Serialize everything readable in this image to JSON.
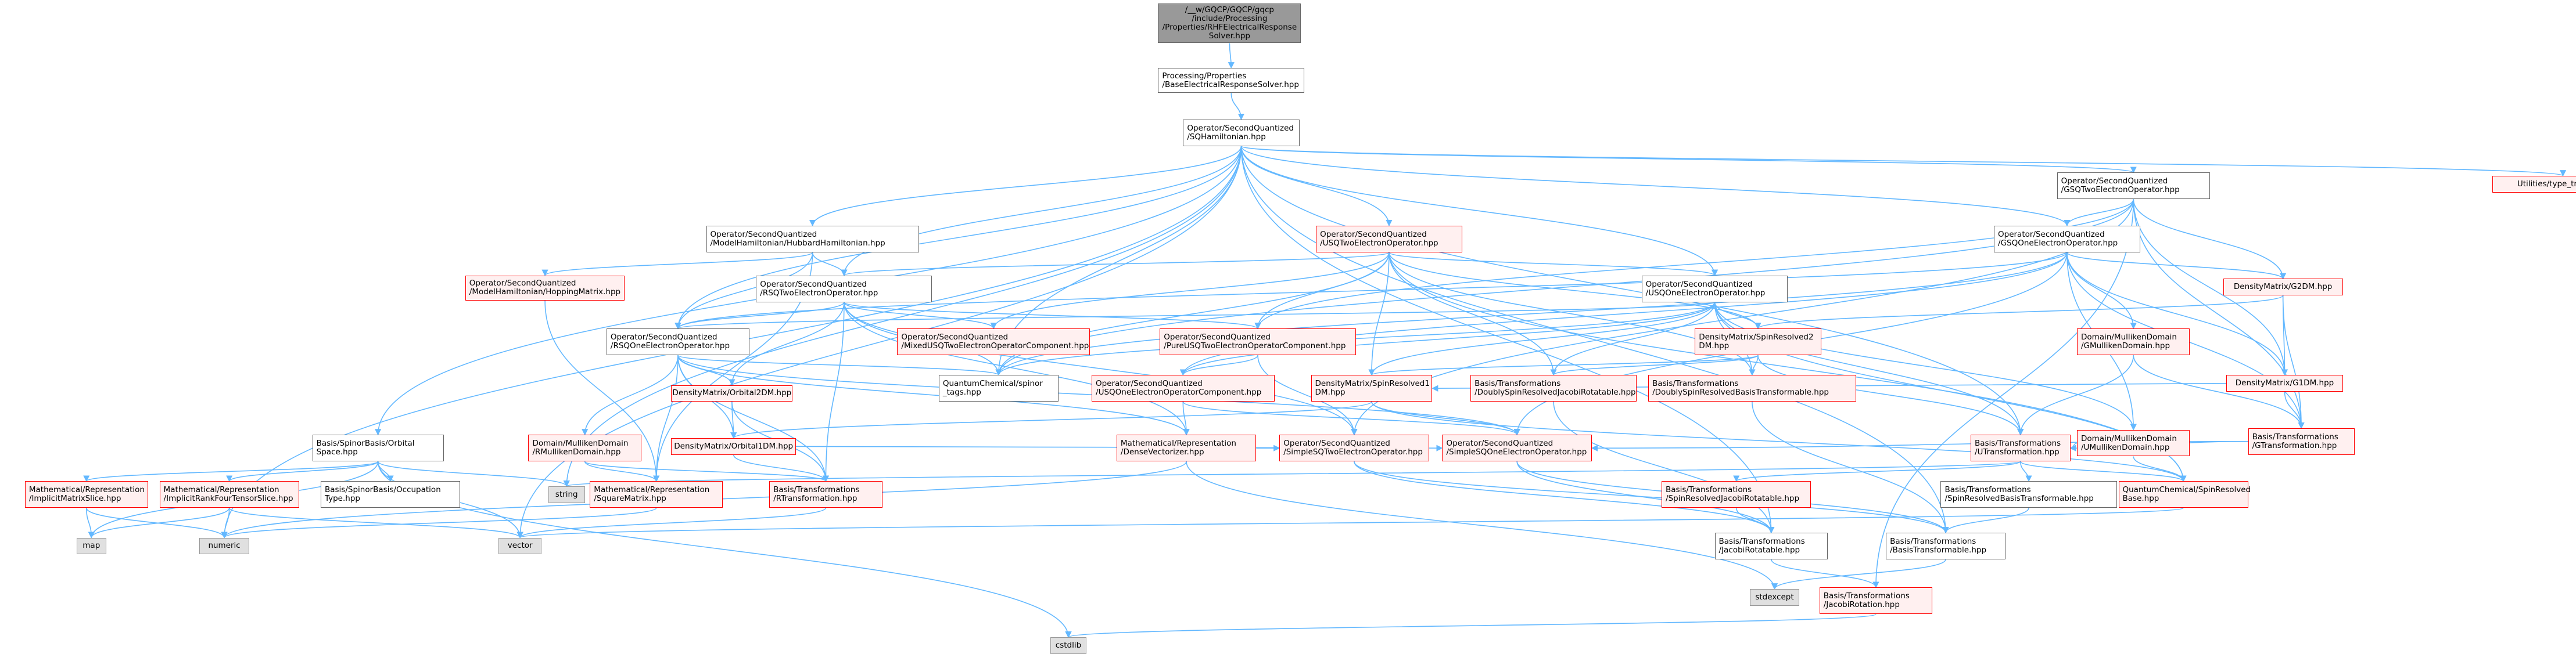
{
  "graph": {
    "title": "Include dependency graph for RHFElectricalResponseSolver.hpp",
    "edge_color": "#63b8ff",
    "legend_colors": {
      "root": "#999999",
      "documented": "#ffffff",
      "undocumented_red": "#fff0f0",
      "system": "#e0e0e0"
    },
    "nodes": [
      {
        "id": "root",
        "kind": "root",
        "label": "/__w/GQCP/GQCP/gqcp\n/include/Processing\n/Properties/RHFElectricalResponse\nSolver.hpp"
      },
      {
        "id": "base_solver",
        "kind": "normal",
        "label": "Processing/Properties\n/BaseElectricalResponseSolver.hpp"
      },
      {
        "id": "sq_hamiltonian",
        "kind": "normal",
        "label": "Operator/SecondQuantized\n/SQHamiltonian.hpp"
      },
      {
        "id": "orbital_space",
        "kind": "normal",
        "label": "Basis/SpinorBasis/Orbital\nSpace.hpp"
      },
      {
        "id": "hubbard",
        "kind": "normal",
        "label": "Operator/SecondQuantized\n/ModelHamiltonian/HubbardHamiltonian.hpp"
      },
      {
        "id": "usq_two",
        "kind": "red",
        "label": "Operator/SecondQuantized\n/USQTwoElectronOperator.hpp"
      },
      {
        "id": "gsq_two",
        "kind": "normal",
        "label": "Operator/SecondQuantized\n/GSQTwoElectronOperator.hpp"
      },
      {
        "id": "type_traits",
        "kind": "red",
        "label": "Utilities/type_traits.hpp"
      },
      {
        "id": "gsq_one",
        "kind": "normal",
        "label": "Operator/SecondQuantized\n/GSQOneElectronOperator.hpp"
      },
      {
        "id": "hopping",
        "kind": "red",
        "label": "Operator/SecondQuantized\n/ModelHamiltonian/HoppingMatrix.hpp"
      },
      {
        "id": "rsq_two",
        "kind": "normal",
        "label": "Operator/SecondQuantized\n/RSQTwoElectronOperator.hpp"
      },
      {
        "id": "usq_one",
        "kind": "normal",
        "label": "Operator/SecondQuantized\n/USQOneElectronOperator.hpp"
      },
      {
        "id": "g2dm",
        "kind": "red",
        "label": "DensityMatrix/G2DM.hpp"
      },
      {
        "id": "rsq_one",
        "kind": "normal",
        "label": "Operator/SecondQuantized\n/RSQOneElectronOperator.hpp"
      },
      {
        "id": "mixed_usq_two_comp",
        "kind": "red",
        "label": "Operator/SecondQuantized\n/MixedUSQTwoElectronOperatorComponent.hpp"
      },
      {
        "id": "pure_usq_two_comp",
        "kind": "red",
        "label": "Operator/SecondQuantized\n/PureUSQTwoElectronOperatorComponent.hpp"
      },
      {
        "id": "sr2dm",
        "kind": "red",
        "label": "DensityMatrix/SpinResolved2\nDM.hpp"
      },
      {
        "id": "gmulliken",
        "kind": "red",
        "label": "Domain/MullikenDomain\n/GMullikenDomain.hpp"
      },
      {
        "id": "g1dm",
        "kind": "red",
        "label": "DensityMatrix/G1DM.hpp"
      },
      {
        "id": "orbital2dm",
        "kind": "red",
        "label": "DensityMatrix/Orbital2DM.hpp"
      },
      {
        "id": "spinor_tags",
        "kind": "normal",
        "label": "QuantumChemical/spinor\n_tags.hpp"
      },
      {
        "id": "usq_one_comp",
        "kind": "red",
        "label": "Operator/SecondQuantized\n/USQOneElectronOperatorComponent.hpp"
      },
      {
        "id": "sr1dm",
        "kind": "red",
        "label": "DensityMatrix/SpinResolved1\nDM.hpp"
      },
      {
        "id": "dsr_jacobi",
        "kind": "red",
        "label": "Basis/Transformations\n/DoublySpinResolvedJacobiRotatable.hpp"
      },
      {
        "id": "dsr_basis",
        "kind": "red",
        "label": "Basis/Transformations\n/DoublySpinResolvedBasisTransformable.hpp"
      },
      {
        "id": "umulliken",
        "kind": "red",
        "label": "Domain/MullikenDomain\n/UMullikenDomain.hpp"
      },
      {
        "id": "gtransformation",
        "kind": "red",
        "label": "Basis/Transformations\n/GTransformation.hpp"
      },
      {
        "id": "rmulliken",
        "kind": "red",
        "label": "Domain/MullikenDomain\n/RMullikenDomain.hpp"
      },
      {
        "id": "orbital1dm",
        "kind": "red",
        "label": "DensityMatrix/Orbital1DM.hpp"
      },
      {
        "id": "dense_vectorizer",
        "kind": "red",
        "label": "Mathematical/Representation\n/DenseVectorizer.hpp"
      },
      {
        "id": "simple_sq_two",
        "kind": "red",
        "label": "Operator/SecondQuantized\n/SimpleSQTwoElectronOperator.hpp"
      },
      {
        "id": "simple_sq_one",
        "kind": "red",
        "label": "Operator/SecondQuantized\n/SimpleSQOneElectronOperator.hpp"
      },
      {
        "id": "utransformation",
        "kind": "red",
        "label": "Basis/Transformations\n/UTransformation.hpp"
      },
      {
        "id": "implicit_matrix_slice",
        "kind": "red",
        "label": "Mathematical/Representation\n/ImplicitMatrixSlice.hpp"
      },
      {
        "id": "implicit_r4_slice",
        "kind": "red",
        "label": "Mathematical/Representation\n/ImplicitRankFourTensorSlice.hpp"
      },
      {
        "id": "occupation_type",
        "kind": "normal",
        "label": "Basis/SpinorBasis/Occupation\nType.hpp"
      },
      {
        "id": "string",
        "kind": "sys",
        "label": "string"
      },
      {
        "id": "square_matrix",
        "kind": "red",
        "label": "Mathematical/Representation\n/SquareMatrix.hpp"
      },
      {
        "id": "rtransformation",
        "kind": "red",
        "label": "Basis/Transformations\n/RTransformation.hpp"
      },
      {
        "id": "sr_jacobi",
        "kind": "red",
        "label": "Basis/Transformations\n/SpinResolvedJacobiRotatable.hpp"
      },
      {
        "id": "sr_basis",
        "kind": "normal",
        "label": "Basis/Transformations\n/SpinResolvedBasisTransformable.hpp"
      },
      {
        "id": "sr_base",
        "kind": "red",
        "label": "QuantumChemical/SpinResolved\nBase.hpp"
      },
      {
        "id": "map",
        "kind": "sys",
        "label": "map"
      },
      {
        "id": "numeric",
        "kind": "sys",
        "label": "numeric"
      },
      {
        "id": "vector",
        "kind": "sys",
        "label": "vector"
      },
      {
        "id": "jacobi_rotatable",
        "kind": "normal",
        "label": "Basis/Transformations\n/JacobiRotatable.hpp"
      },
      {
        "id": "basis_transformable",
        "kind": "normal",
        "label": "Basis/Transformations\n/BasisTransformable.hpp"
      },
      {
        "id": "stdexcept",
        "kind": "sys",
        "label": "stdexcept"
      },
      {
        "id": "jacobi_rotation",
        "kind": "red",
        "label": "Basis/Transformations\n/JacobiRotation.hpp"
      },
      {
        "id": "cstdlib",
        "kind": "sys",
        "label": "cstdlib"
      }
    ],
    "edges": [
      [
        "root",
        "base_solver"
      ],
      [
        "base_solver",
        "sq_hamiltonian"
      ],
      [
        "sq_hamiltonian",
        "orbital_space"
      ],
      [
        "sq_hamiltonian",
        "hubbard"
      ],
      [
        "sq_hamiltonian",
        "usq_two"
      ],
      [
        "sq_hamiltonian",
        "gsq_two"
      ],
      [
        "sq_hamiltonian",
        "type_traits"
      ],
      [
        "sq_hamiltonian",
        "gsq_one"
      ],
      [
        "sq_hamiltonian",
        "rsq_two"
      ],
      [
        "sq_hamiltonian",
        "usq_one"
      ],
      [
        "sq_hamiltonian",
        "rsq_one"
      ],
      [
        "sq_hamiltonian",
        "spinor_tags"
      ],
      [
        "sq_hamiltonian",
        "numeric"
      ],
      [
        "sq_hamiltonian",
        "vector"
      ],
      [
        "sq_hamiltonian",
        "string"
      ],
      [
        "sq_hamiltonian",
        "jacobi_rotatable"
      ],
      [
        "sq_hamiltonian",
        "basis_transformable"
      ],
      [
        "sq_hamiltonian",
        "utransformation"
      ],
      [
        "hubbard",
        "hopping"
      ],
      [
        "hubbard",
        "rsq_two"
      ],
      [
        "hubbard",
        "rsq_one"
      ],
      [
        "hubbard",
        "square_matrix"
      ],
      [
        "hopping",
        "square_matrix"
      ],
      [
        "usq_two",
        "rsq_two"
      ],
      [
        "usq_two",
        "usq_one"
      ],
      [
        "usq_two",
        "mixed_usq_two_comp"
      ],
      [
        "usq_two",
        "pure_usq_two_comp"
      ],
      [
        "usq_two",
        "sr1dm"
      ],
      [
        "usq_two",
        "dsr_jacobi"
      ],
      [
        "usq_two",
        "dsr_basis"
      ],
      [
        "usq_two",
        "sr2dm"
      ],
      [
        "usq_two",
        "spinor_tags"
      ],
      [
        "usq_two",
        "sr_base"
      ],
      [
        "gsq_two",
        "gsq_one"
      ],
      [
        "gsq_two",
        "g2dm"
      ],
      [
        "gsq_two",
        "g1dm"
      ],
      [
        "gsq_two",
        "gtransformation"
      ],
      [
        "gsq_two",
        "simple_sq_two"
      ],
      [
        "gsq_two",
        "pure_usq_two_comp"
      ],
      [
        "gsq_two",
        "jacobi_rotation"
      ],
      [
        "gsq_two",
        "spinor_tags"
      ],
      [
        "gsq_one",
        "g1dm"
      ],
      [
        "gsq_one",
        "g2dm"
      ],
      [
        "gsq_one",
        "gmulliken"
      ],
      [
        "gsq_one",
        "umulliken"
      ],
      [
        "gsq_one",
        "gtransformation"
      ],
      [
        "gsq_one",
        "simple_sq_one"
      ],
      [
        "gsq_one",
        "spinor_tags"
      ],
      [
        "gsq_one",
        "usq_one_comp"
      ],
      [
        "gsq_one",
        "rsq_one"
      ],
      [
        "rsq_two",
        "rsq_one"
      ],
      [
        "rsq_two",
        "mixed_usq_two_comp"
      ],
      [
        "rsq_two",
        "pure_usq_two_comp"
      ],
      [
        "rsq_two",
        "orbital2dm"
      ],
      [
        "rsq_two",
        "spinor_tags"
      ],
      [
        "rsq_two",
        "simple_sq_two"
      ],
      [
        "rsq_two",
        "rtransformation"
      ],
      [
        "rsq_two",
        "dense_vectorizer"
      ],
      [
        "usq_one",
        "rsq_one"
      ],
      [
        "usq_one",
        "sr2dm"
      ],
      [
        "usq_one",
        "sr1dm"
      ],
      [
        "usq_one",
        "usq_one_comp"
      ],
      [
        "usq_one",
        "dsr_jacobi"
      ],
      [
        "usq_one",
        "dsr_basis"
      ],
      [
        "usq_one",
        "umulliken"
      ],
      [
        "usq_one",
        "utransformation"
      ],
      [
        "usq_one",
        "spinor_tags"
      ],
      [
        "usq_one",
        "sr_base"
      ],
      [
        "rsq_one",
        "rmulliken"
      ],
      [
        "rsq_one",
        "orbital2dm"
      ],
      [
        "rsq_one",
        "orbital1dm"
      ],
      [
        "rsq_one",
        "spinor_tags"
      ],
      [
        "rsq_one",
        "simple_sq_one"
      ],
      [
        "rsq_one",
        "rtransformation"
      ],
      [
        "rsq_one",
        "dense_vectorizer"
      ],
      [
        "rsq_one",
        "square_matrix"
      ],
      [
        "g2dm",
        "g1dm"
      ],
      [
        "g2dm",
        "gtransformation"
      ],
      [
        "g2dm",
        "sr2dm"
      ],
      [
        "g1dm",
        "gtransformation"
      ],
      [
        "g1dm",
        "sr1dm"
      ],
      [
        "gmulliken",
        "gtransformation"
      ],
      [
        "gmulliken",
        "utransformation"
      ],
      [
        "umulliken",
        "sr_base"
      ],
      [
        "umulliken",
        "utransformation"
      ],
      [
        "gtransformation",
        "utransformation"
      ],
      [
        "gtransformation",
        "simple_sq_one"
      ],
      [
        "sr2dm",
        "sr1dm"
      ],
      [
        "sr2dm",
        "dsr_jacobi"
      ],
      [
        "sr2dm",
        "dsr_basis"
      ],
      [
        "sr2dm",
        "utransformation"
      ],
      [
        "sr1dm",
        "orbital1dm"
      ],
      [
        "sr1dm",
        "sr_base"
      ],
      [
        "sr1dm",
        "simple_sq_one"
      ],
      [
        "orbital2dm",
        "orbital1dm"
      ],
      [
        "orbital2dm",
        "rtransformation"
      ],
      [
        "orbital1dm",
        "rtransformation"
      ],
      [
        "orbital1dm",
        "simple_sq_one"
      ],
      [
        "rmulliken",
        "square_matrix"
      ],
      [
        "rmulliken",
        "rtransformation"
      ],
      [
        "usq_one_comp",
        "dense_vectorizer"
      ],
      [
        "usq_one_comp",
        "simple_sq_one"
      ],
      [
        "pure_usq_two_comp",
        "usq_one_comp"
      ],
      [
        "pure_usq_two_comp",
        "simple_sq_two"
      ],
      [
        "dense_vectorizer",
        "simple_sq_two"
      ],
      [
        "dense_vectorizer",
        "numeric"
      ],
      [
        "dense_vectorizer",
        "stdexcept"
      ],
      [
        "simple_sq_two",
        "jacobi_rotatable"
      ],
      [
        "simple_sq_two",
        "basis_transformable"
      ],
      [
        "simple_sq_one",
        "jacobi_rotatable"
      ],
      [
        "simple_sq_one",
        "basis_transformable"
      ],
      [
        "utransformation",
        "sr_jacobi"
      ],
      [
        "utransformation",
        "sr_basis"
      ],
      [
        "utransformation",
        "sr_base"
      ],
      [
        "utransformation",
        "string"
      ],
      [
        "rtransformation",
        "vector"
      ],
      [
        "dsr_jacobi",
        "jacobi_rotatable"
      ],
      [
        "dsr_basis",
        "basis_transformable"
      ],
      [
        "sr_jacobi",
        "jacobi_rotatable"
      ],
      [
        "sr_basis",
        "basis_transformable"
      ],
      [
        "sr_base",
        "vector"
      ],
      [
        "square_matrix",
        "numeric"
      ],
      [
        "orbital_space",
        "implicit_matrix_slice"
      ],
      [
        "orbital_space",
        "implicit_r4_slice"
      ],
      [
        "orbital_space",
        "occupation_type"
      ],
      [
        "orbital_space",
        "string"
      ],
      [
        "orbital_space",
        "vector"
      ],
      [
        "orbital_space",
        "map"
      ],
      [
        "orbital_space",
        "cstdlib"
      ],
      [
        "implicit_matrix_slice",
        "map"
      ],
      [
        "implicit_matrix_slice",
        "numeric"
      ],
      [
        "implicit_r4_slice",
        "map"
      ],
      [
        "implicit_r4_slice",
        "numeric"
      ],
      [
        "implicit_r4_slice",
        "vector"
      ],
      [
        "jacobi_rotatable",
        "jacobi_rotation"
      ],
      [
        "basis_transformable",
        "stdexcept"
      ],
      [
        "jacobi_rotation",
        "cstdlib"
      ]
    ]
  }
}
